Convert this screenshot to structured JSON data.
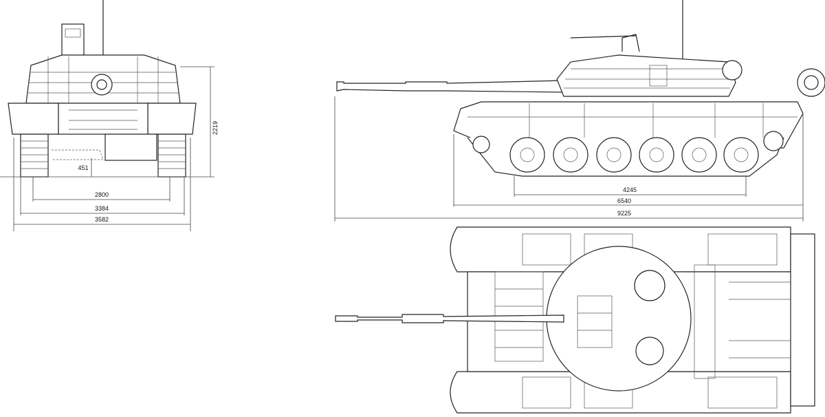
{
  "drawing": {
    "front_view": {
      "dimensions": {
        "height": "2219",
        "ground_clearance": "451",
        "track_gauge": "2800",
        "track_width_overall": "3384",
        "overall_width": "3582"
      }
    },
    "side_view": {
      "dimensions": {
        "track_contact_length": "4245",
        "hull_length": "6540",
        "overall_length": "9225"
      }
    },
    "top_view": {}
  }
}
